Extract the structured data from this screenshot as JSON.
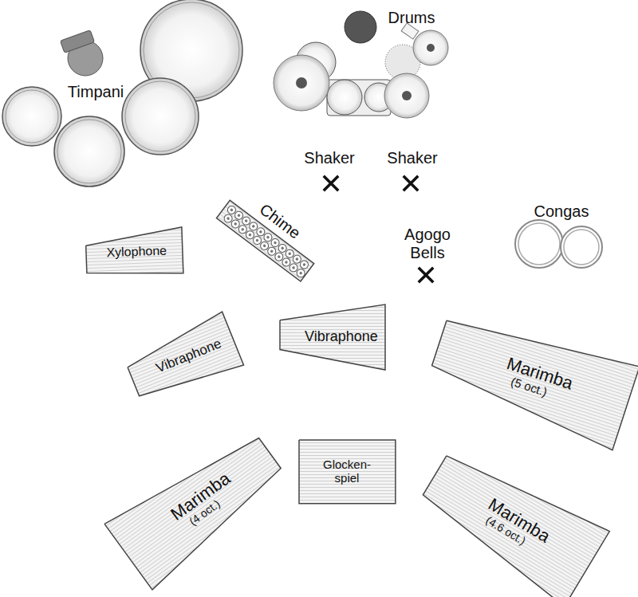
{
  "diagram": {
    "nodes": [
      {
        "text": [
          "Chime"
        ]
      },
      {
        "text": [
          "Xylophone"
        ]
      },
      {
        "text": [
          "Vibraphone"
        ]
      },
      {
        "text": [
          "Vibraphone"
        ]
      },
      {
        "text": [
          "Marimba",
          "(5 oct.)"
        ]
      },
      {
        "text": [
          "Glocken- spiel"
        ]
      },
      {
        "text": [
          "Marimba",
          "(4 oct.)"
        ]
      },
      {
        "text": [
          "Marimba",
          "(4.6 oct.)"
        ]
      }
    ],
    "labels": [
      "Timpani",
      "Drums",
      "Shaker",
      "Shaker",
      "Agogo Bells",
      "Congas"
    ]
  }
}
